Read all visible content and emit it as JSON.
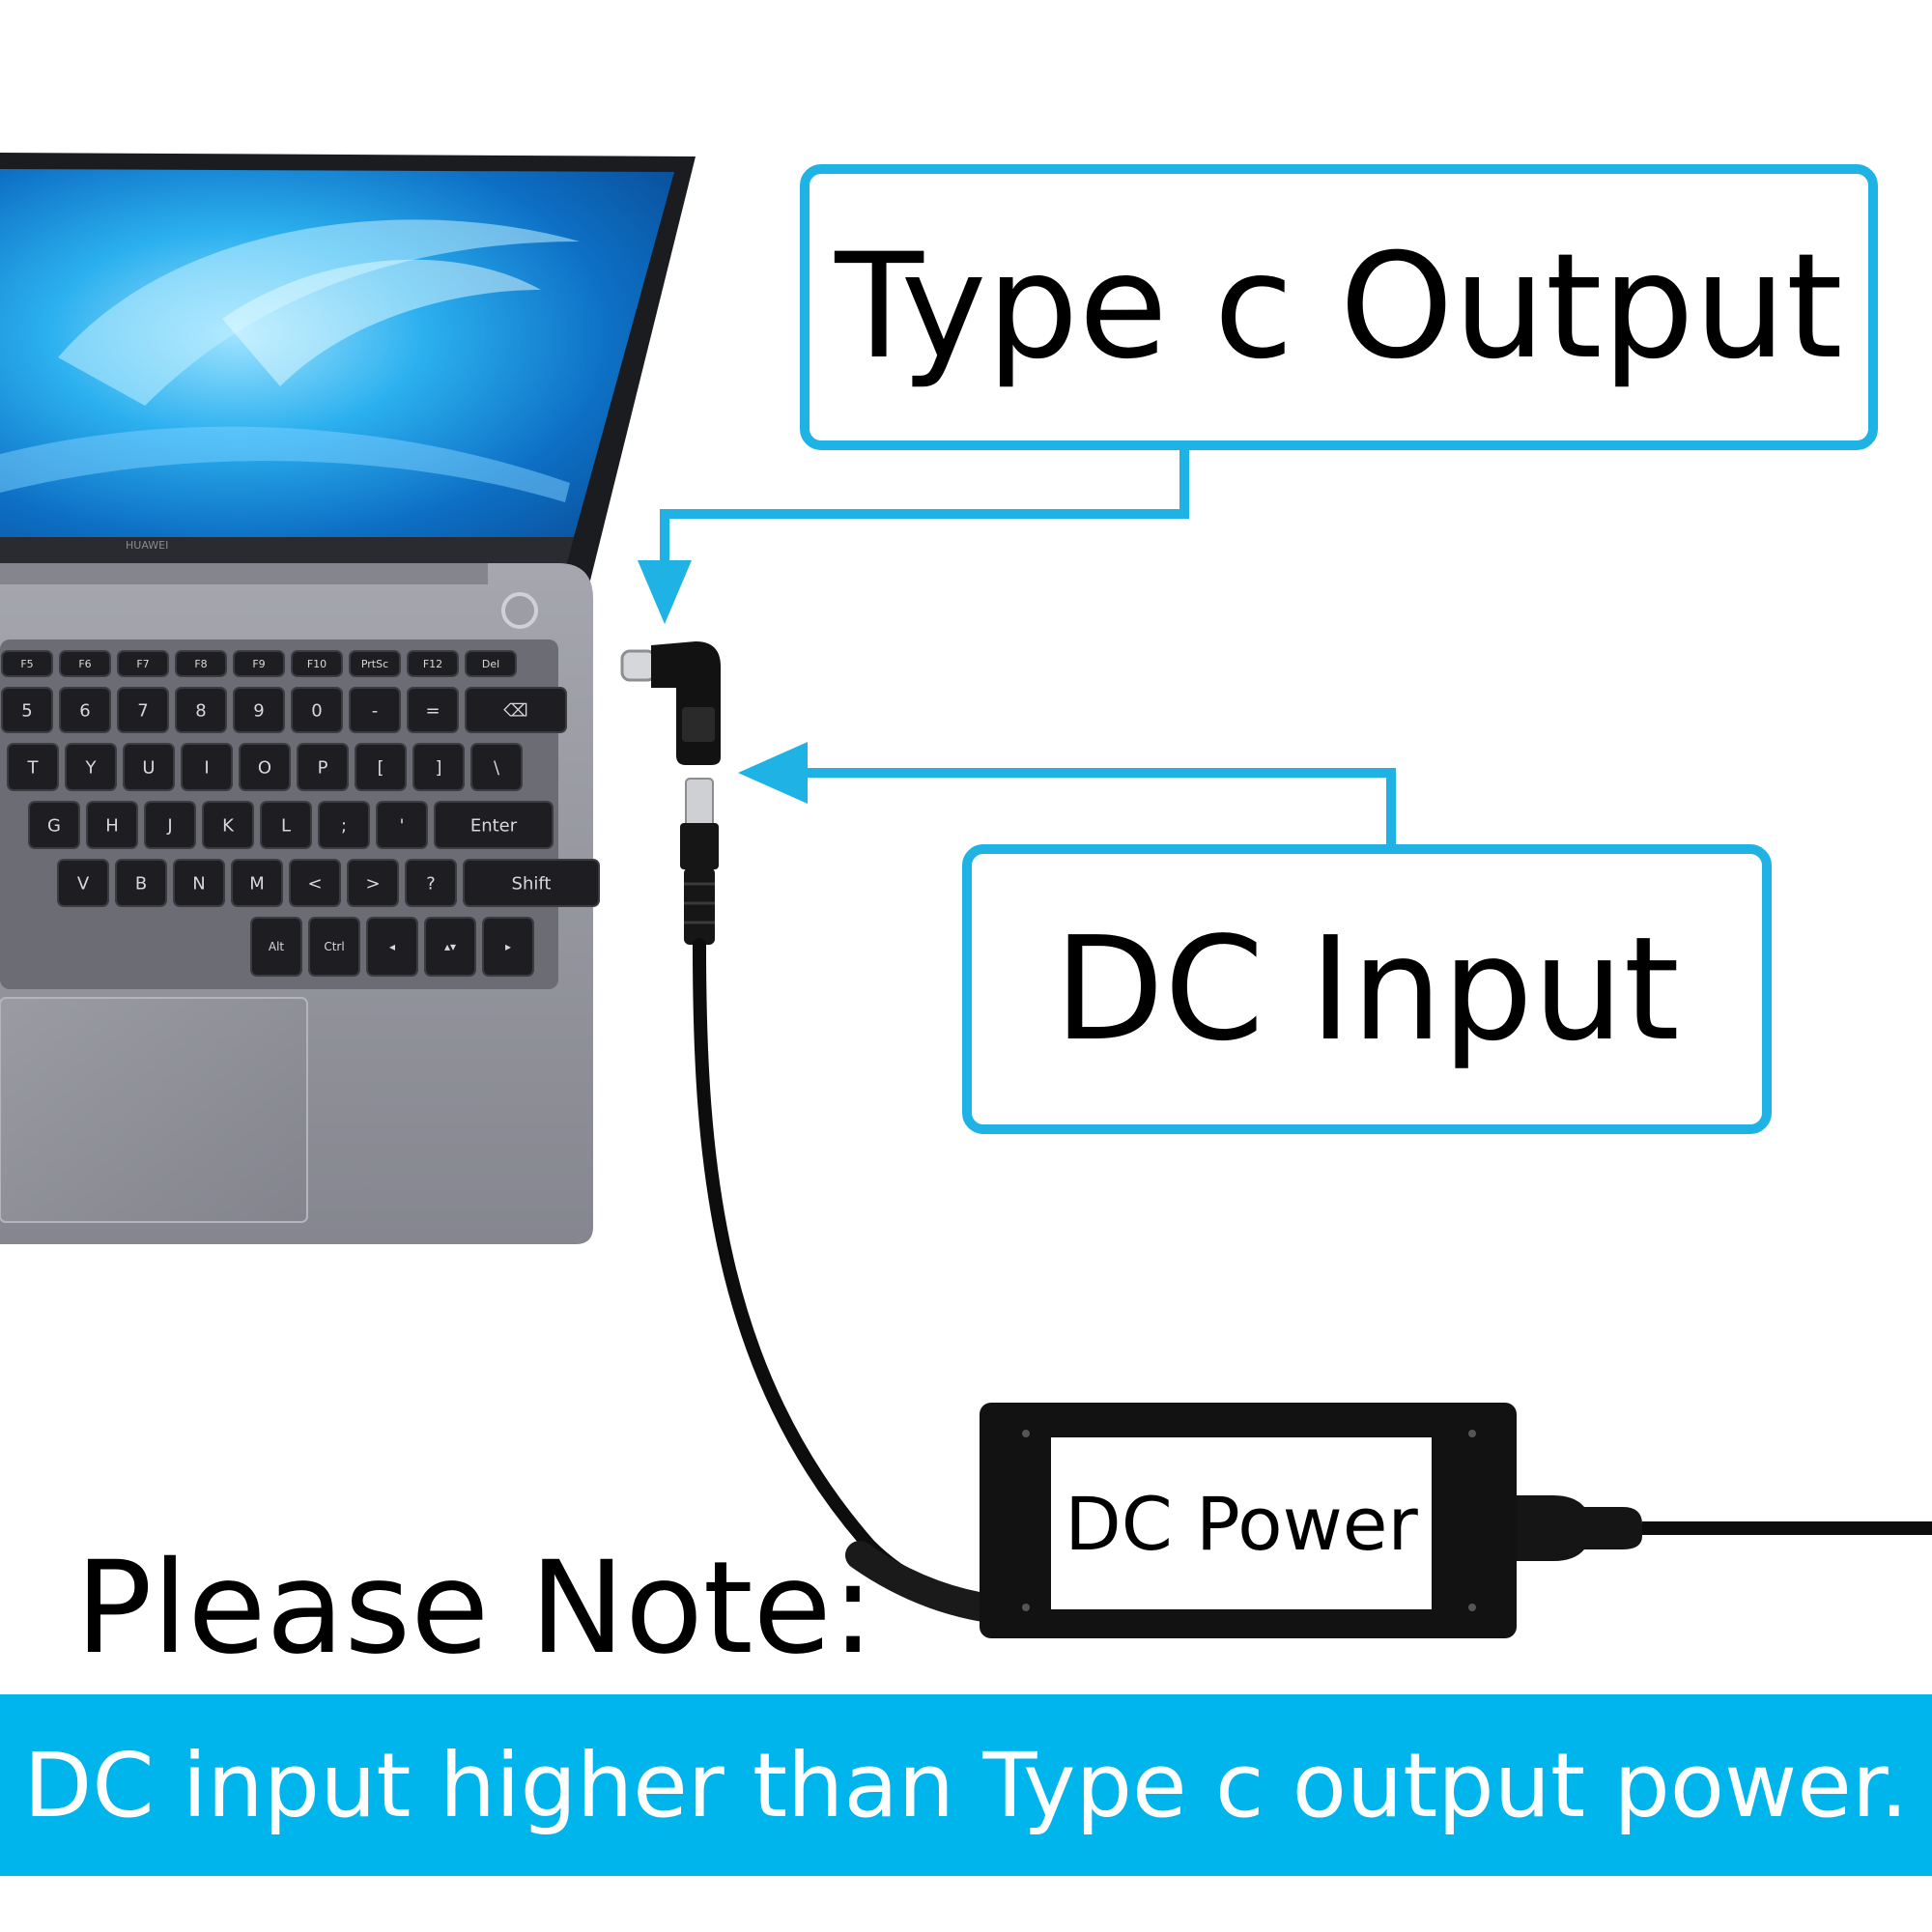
{
  "labels": {
    "type_c_output": "Type c Output",
    "dc_input": "DC Input",
    "dc_power": "DC Power",
    "laptop_brand": "HUAWEI",
    "note_title": "Please Note:",
    "note_text": "DC input higher than Type c output power."
  },
  "keyboard": {
    "fn_row": [
      "F5",
      "F6",
      "F7",
      "F8",
      "F9",
      "F10",
      "PrtSc",
      "F12",
      "Del"
    ],
    "num_row": [
      "5",
      "6",
      "7",
      "8",
      "9",
      "0",
      "-",
      "=",
      "⌫"
    ],
    "row_q": [
      "T",
      "Y",
      "U",
      "I",
      "O",
      "P",
      "[",
      "]",
      "\\"
    ],
    "row_a": [
      "G",
      "H",
      "J",
      "K",
      "L",
      ";",
      "'",
      "Enter"
    ],
    "row_z": [
      "V",
      "B",
      "N",
      "M",
      "<",
      ">",
      "?",
      "Shift"
    ],
    "row_bottom": [
      "Alt",
      "Ctrl",
      "◂",
      "▴▾",
      "▸"
    ]
  },
  "colors": {
    "accent": "#1fb3e5",
    "banner": "#00b4ec",
    "adapter": "#111111",
    "laptop_body": "#8f9099",
    "key": "#1e1e22",
    "screen_blue": "#1aa0e6"
  }
}
